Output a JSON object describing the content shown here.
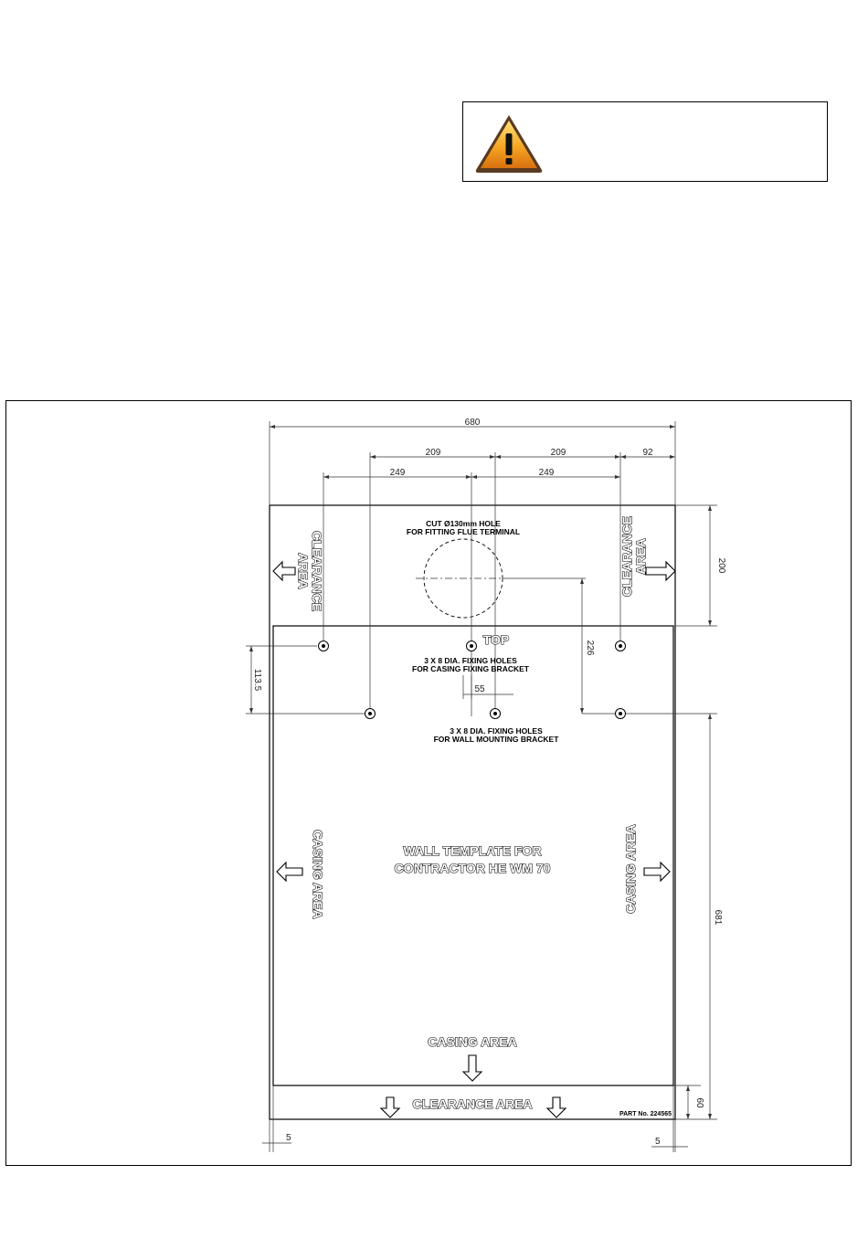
{
  "warning": {
    "icon": "warning-triangle-icon",
    "accent": "#f2a51a"
  },
  "dimensions": {
    "overall_width": "680",
    "top_left_209": "209",
    "top_right_209": "209",
    "top_92": "92",
    "left_249": "249",
    "right_249": "249",
    "right_200": "200",
    "height_226": "226",
    "left_113_5": "113.5",
    "spacing_55": "55",
    "right_681": "681",
    "right_60": "60",
    "bottom_left_5": "5",
    "bottom_right_5": "5"
  },
  "labels": {
    "flue_hole_line1": "CUT Ø130mm HOLE",
    "flue_hole_line2": "FOR FITTING FLUE TERMINAL",
    "clearance_left_line1": "CLEARANCE",
    "clearance_left_line2": "AREA",
    "clearance_right_line1": "CLEARANCE",
    "clearance_right_line2": "AREA",
    "top": "TOP",
    "casing_holes_line1": "3 X 8 DIA. FIXING HOLES",
    "casing_holes_line2": "FOR CASING FIXING BRACKET",
    "wall_holes_line1": "3 X 8 DIA. FIXING HOLES",
    "wall_holes_line2": "FOR WALL MOUNTING BRACKET",
    "template_line1": "WALL TEMPLATE FOR",
    "template_line2": "CONTRACTOR HE WM 70",
    "casing_left": "CASING AREA",
    "casing_right": "CASING AREA",
    "casing_bottom": "CASING AREA",
    "clearance_bottom": "CLEARANCE AREA",
    "part_no": "PART No. 224565"
  }
}
